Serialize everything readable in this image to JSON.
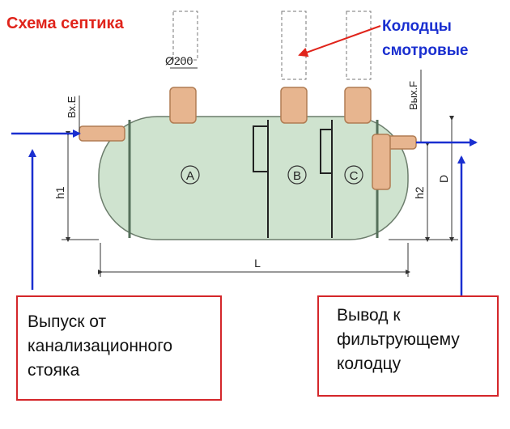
{
  "title": "Схема септика",
  "wells_label": [
    "Колодцы",
    "смотровые"
  ],
  "inlet_box": [
    "Выпуск от",
    "канализационного",
    "стояка"
  ],
  "outlet_box": [
    "Вывод к",
    "фильтрующему",
    "колодцу"
  ],
  "diameter_label": "Ø200",
  "chambers": [
    "A",
    "B",
    "C"
  ],
  "inlet_label": "Вх.E",
  "outlet_label": "Вых.F",
  "dims": {
    "h1": "h1",
    "h2": "h2",
    "D": "D",
    "L": "L"
  },
  "colors": {
    "title": "#e0241b",
    "wells_label": "#1a2fd0",
    "box_border": "#d4262a",
    "arrow": "#1a2fd0",
    "tank": "#cfe3cf",
    "neck": "#e7b58f"
  }
}
